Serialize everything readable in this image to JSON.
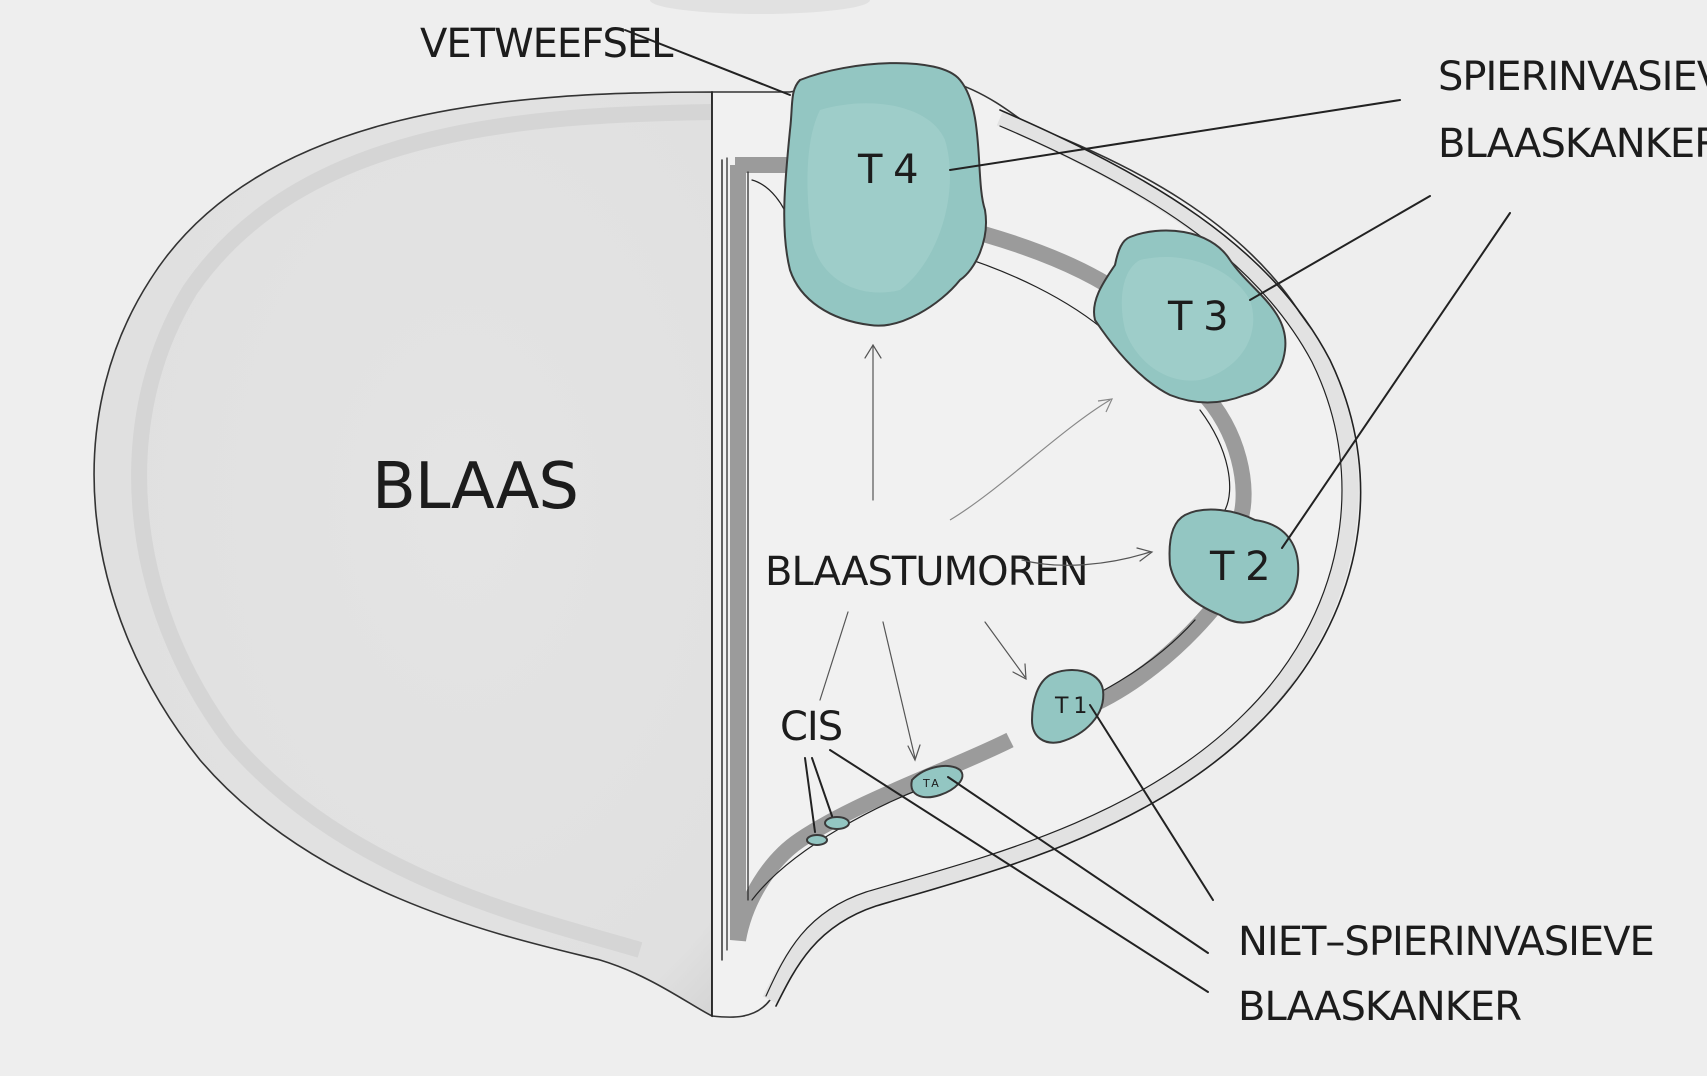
{
  "diagram": {
    "title": "Blaastumoren",
    "colors": {
      "background": "#eeeeee",
      "bladder_fill": "#e1e1e1",
      "bladder_rim": "#d4d4d4",
      "muscle_wall": "#9b9b9b",
      "fat_layer": "#e6e6e6",
      "tumor": "#93c6c2",
      "ink": "#1e1e1e"
    },
    "organ_label": "BLAAS",
    "fat_label": "VETWEEFSEL",
    "center_label": "BLAASTUMOREN",
    "cis_label": "CIS",
    "tumors": [
      {
        "id": "t4",
        "label": "T 4",
        "stage": "T4",
        "invasive": true
      },
      {
        "id": "t3",
        "label": "T 3",
        "stage": "T3",
        "invasive": true
      },
      {
        "id": "t2",
        "label": "T 2",
        "stage": "T2",
        "invasive": true
      },
      {
        "id": "t1",
        "label": "T 1",
        "stage": "T1",
        "invasive": false
      },
      {
        "id": "ta",
        "label": "T A",
        "stage": "Ta",
        "invasive": false
      },
      {
        "id": "cis1",
        "label": "",
        "stage": "CIS",
        "invasive": false
      },
      {
        "id": "cis2",
        "label": "",
        "stage": "CIS",
        "invasive": false
      }
    ],
    "groups": {
      "muscle_invasive": {
        "line1": "SPIERINVASIEVE",
        "line2": "BLAASKANKER"
      },
      "non_muscle_invasive": {
        "line1": "NIET–SPIERINVASIEVE",
        "line2": "BLAASKANKER"
      }
    }
  }
}
